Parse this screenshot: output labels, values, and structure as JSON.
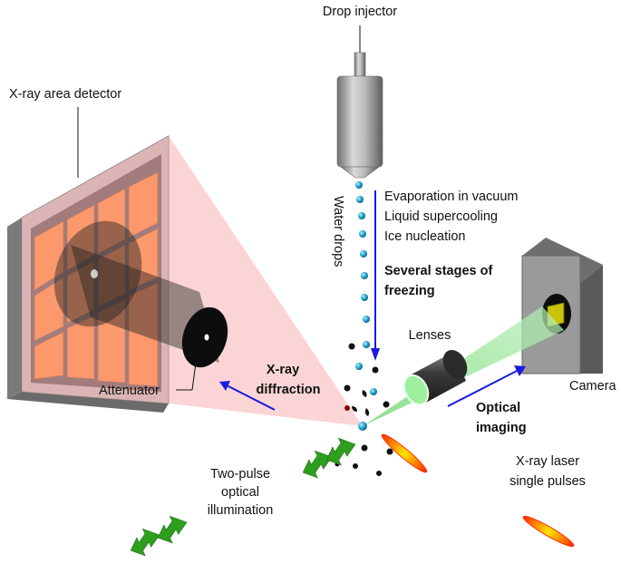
{
  "labels": {
    "drop_injector": "Drop injector",
    "xray_area_detector": "X-ray area detector",
    "water_drops": "Water drops",
    "evaporation": "Evaporation in vacuum",
    "supercooling": "Liquid supercooling",
    "ice_nucleation": "Ice nucleation",
    "stages_line1": "Several stages of",
    "stages_line2": "freezing",
    "lenses": "Lenses",
    "camera": "Camera",
    "attenuator": "Attenuator",
    "xray_line1": "X-ray",
    "xray_line2": "diffraction",
    "optical_line1": "Optical",
    "optical_line2": "imaging",
    "twopulse_line1": "Two-pulse",
    "twopulse_line2": "optical",
    "twopulse_line3": "illumination",
    "laser_line1": "X-ray laser",
    "laser_line2": "single pulses"
  },
  "colors": {
    "detector_panel": "#ff7a1a",
    "detector_frame": "#9a9a9a",
    "diffraction_cone": "#f7b3b3",
    "optical_beam": "#9be39b",
    "water_drop": "#27a9d6",
    "frozen_drop": "#111111",
    "arrow_blue": "#1a1ae0",
    "illumination_arrow": "#2e9e1f",
    "xray_pulse": "#ff2a00"
  }
}
